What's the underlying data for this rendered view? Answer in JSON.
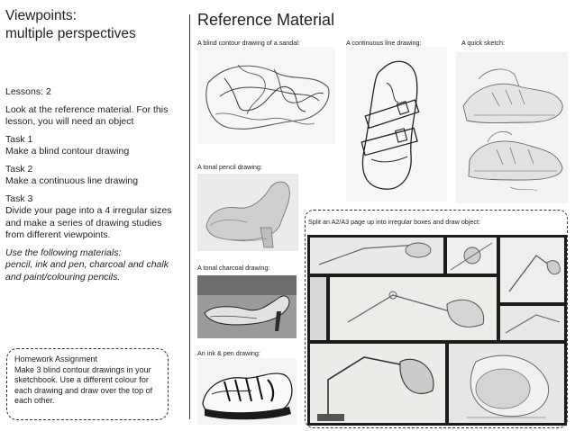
{
  "left_panel": {
    "title": "Viewpoints:\nmultiple perspectives",
    "lessons_label": "Lessons: 2",
    "intro": "Look at the reference material. For this lesson, you will need an object",
    "task1": "Task 1\nMake a blind contour drawing",
    "task2": "Task 2\nMake a continuous line drawing",
    "task3": "Task 3\n Divide your page into a 4 irregular sizes and make a series of drawing studies from different viewpoints.",
    "materials": "Use the following materials:\npencil, ink and pen, charcoal and chalk and paint/colouring pencils."
  },
  "homework": {
    "title": "Homework Assignment",
    "body": "Make 3 blind contour drawings in your sketchbook. Use a different colour for each drawing and draw over the top of each other."
  },
  "reference": {
    "title": "Reference Material",
    "captions": {
      "blind_contour": "A blind contour drawing of a sandal:",
      "continuous_line": "A continuous line drawing:",
      "quick_sketch": "A quick sketch:",
      "tonal_pencil": "A tonal pencil drawing:",
      "tonal_charcoal": "A tonal charcoal drawing:",
      "ink_pen": "An ink & pen drawing:",
      "split_page": "Split an A2/A3 page up into irregular boxes and draw object:"
    }
  },
  "colors": {
    "text": "#1a1a1a",
    "border": "#333333",
    "collage_frame": "#1c1c1c",
    "paper": "#f2f2f2"
  }
}
